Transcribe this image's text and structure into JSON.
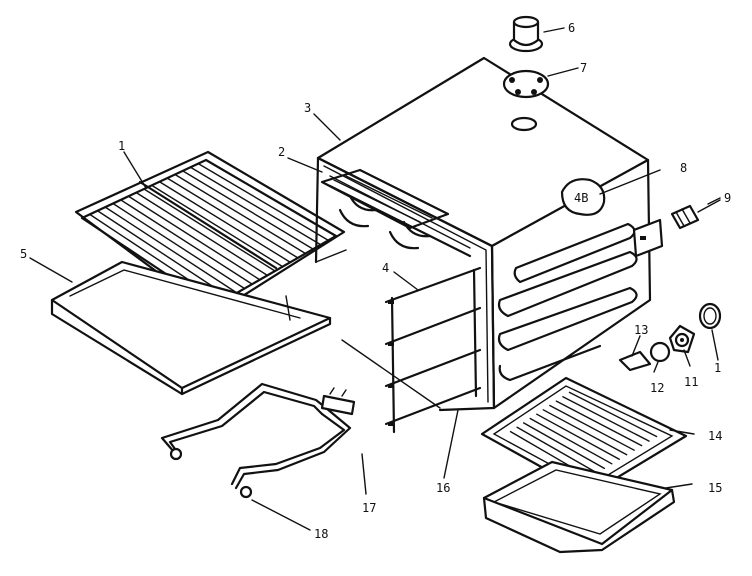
{
  "callouts": [
    {
      "id": "1",
      "text": "1"
    },
    {
      "id": "2",
      "text": "2"
    },
    {
      "id": "3",
      "text": "3"
    },
    {
      "id": "4",
      "text": "4"
    },
    {
      "id": "5",
      "text": "5"
    },
    {
      "id": "6",
      "text": "6"
    },
    {
      "id": "7",
      "text": "7"
    },
    {
      "id": "8",
      "text": "8"
    },
    {
      "id": "9",
      "text": "9"
    },
    {
      "id": "1b",
      "text": "1"
    },
    {
      "id": "11",
      "text": "11"
    },
    {
      "id": "12",
      "text": "12"
    },
    {
      "id": "13",
      "text": "13"
    },
    {
      "id": "14",
      "text": "14"
    },
    {
      "id": "15",
      "text": "15"
    },
    {
      "id": "16",
      "text": "16"
    },
    {
      "id": "17",
      "text": "17"
    },
    {
      "id": "18",
      "text": "18"
    }
  ],
  "badge_text": "4B",
  "colors": {
    "ink": "#111111",
    "paper": "#ffffff"
  }
}
